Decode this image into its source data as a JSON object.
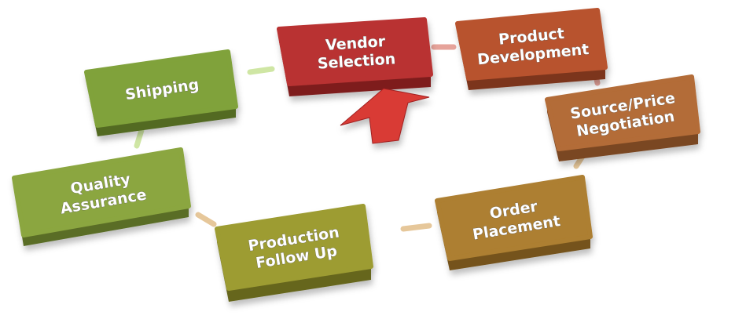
{
  "title": "Procurement cycle diagram",
  "steps": [
    {
      "id": "vendor",
      "lines": [
        "Vendor",
        "Selection"
      ],
      "color": "#b93332",
      "side": "#7e1f1f"
    },
    {
      "id": "product",
      "lines": [
        "Product",
        "Development"
      ],
      "color": "#b8532f",
      "side": "#7c351d"
    },
    {
      "id": "source",
      "lines": [
        "Source/Price",
        "Negotiation"
      ],
      "color": "#b36c37",
      "side": "#7a4622"
    },
    {
      "id": "order",
      "lines": [
        "Order",
        "Placement"
      ],
      "color": "#ad7f30",
      "side": "#74531c"
    },
    {
      "id": "production",
      "lines": [
        "Production",
        "Follow Up"
      ],
      "color": "#9d9c33",
      "side": "#66661e"
    },
    {
      "id": "quality",
      "lines": [
        "Quality",
        "Assurance"
      ],
      "color": "#8ba63f",
      "side": "#5a6d26"
    },
    {
      "id": "shipping",
      "lines": [
        "Shipping"
      ],
      "color": "#80a23a",
      "side": "#526a23"
    }
  ],
  "colors": {
    "start_arrow": "#d93a35",
    "connector_green": "#cfe6a4",
    "connector_pink": "#e6a39a",
    "connector_tan": "#e6c79a"
  }
}
